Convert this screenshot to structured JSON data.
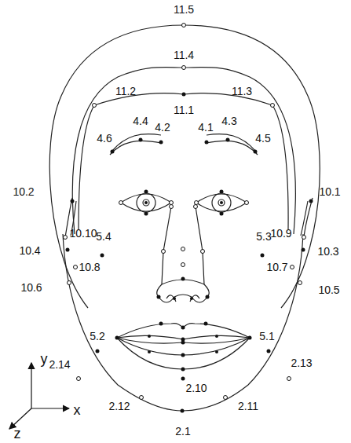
{
  "diagram": {
    "labels": [
      "11.5",
      "11.4",
      "11.2",
      "11.1",
      "11.3",
      "4.4",
      "4.2",
      "4.1",
      "4.3",
      "4.6",
      "4.5",
      "10.2",
      "10.1",
      "10.10",
      "10.9",
      "10.4",
      "5.4",
      "5.3",
      "10.3",
      "10.8",
      "10.7",
      "10.6",
      "10.5",
      "5.2",
      "5.1",
      "2.14",
      "2.13",
      "2.10",
      "2.12",
      "2.11",
      "2.1",
      "y",
      "x",
      "z"
    ]
  }
}
